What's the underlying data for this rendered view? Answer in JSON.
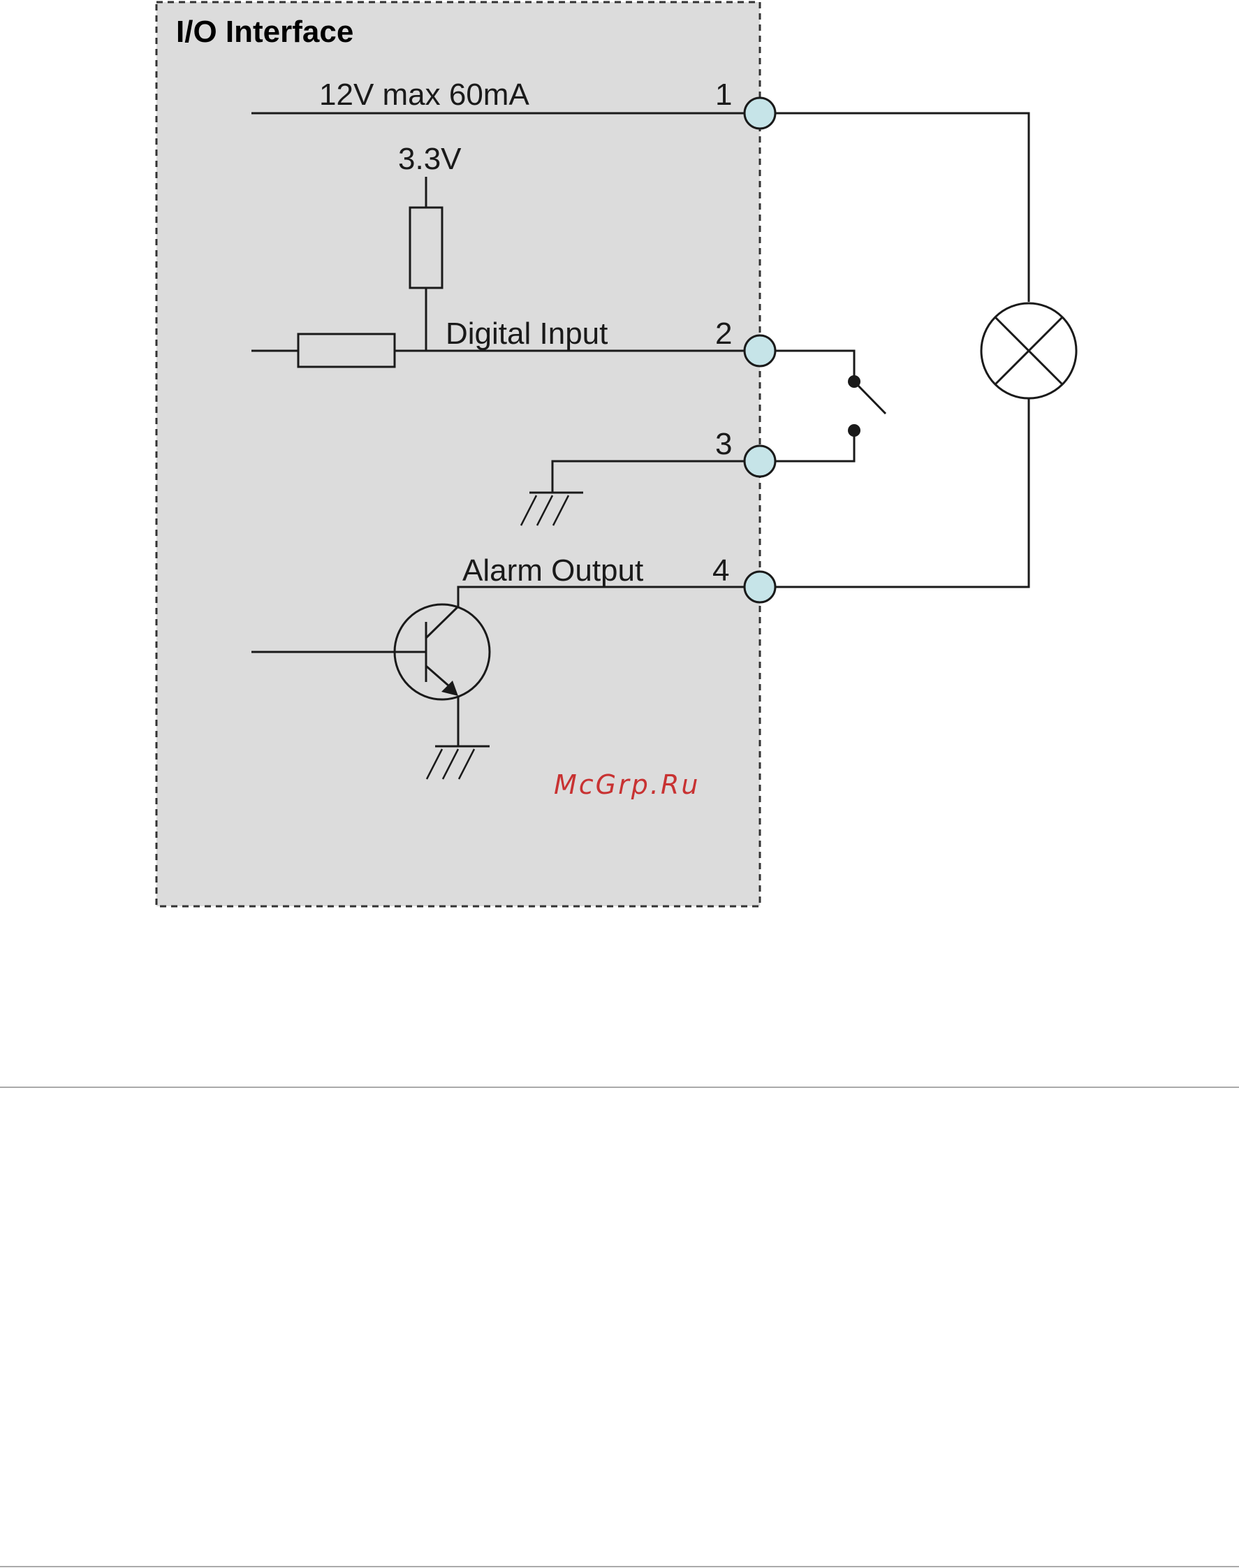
{
  "diagram": {
    "title": "I/O Interface",
    "labels": {
      "power": "12V max 60mA",
      "supply": "3.3V",
      "digital_input": "Digital Input",
      "alarm_output": "Alarm Output"
    },
    "pins": [
      "1",
      "2",
      "3",
      "4"
    ],
    "watermark": "McGrp.Ru",
    "colors": {
      "box_fill": "#dcdcdc",
      "box_border": "#333333",
      "pin_fill": "#c6e4e8",
      "watermark": "#c83232",
      "divider": "#aaaaaa"
    }
  }
}
